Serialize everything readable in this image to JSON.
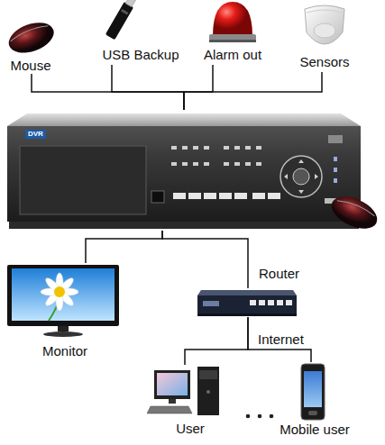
{
  "diagram": {
    "nodes": [
      {
        "text": [
          "Mouse"
        ]
      },
      {
        "text": [
          "USB Backup"
        ]
      },
      {
        "text": [
          "Alarm out"
        ]
      },
      {
        "text": [
          "Sensors"
        ]
      },
      {
        "text": [
          "DVR"
        ]
      },
      {
        "text": [
          "Monitor"
        ]
      },
      {
        "text": [
          "Router"
        ]
      },
      {
        "text": [
          "User"
        ]
      },
      {
        "text": [
          "Mobile user"
        ]
      }
    ],
    "edges": [
      {
        "from": 0,
        "to": 4,
        "arrow": "none"
      },
      {
        "from": 1,
        "to": 4,
        "arrow": "none"
      },
      {
        "from": 2,
        "to": 4,
        "arrow": "none"
      },
      {
        "from": 3,
        "to": 4,
        "arrow": "none"
      },
      {
        "from": 4,
        "to": 5,
        "arrow": "none"
      },
      {
        "from": 4,
        "to": 6,
        "arrow": "none"
      },
      {
        "from": 6,
        "to": 7,
        "label": "Internet",
        "arrow": "none"
      },
      {
        "from": 6,
        "to": 8,
        "arrow": "none"
      }
    ]
  }
}
